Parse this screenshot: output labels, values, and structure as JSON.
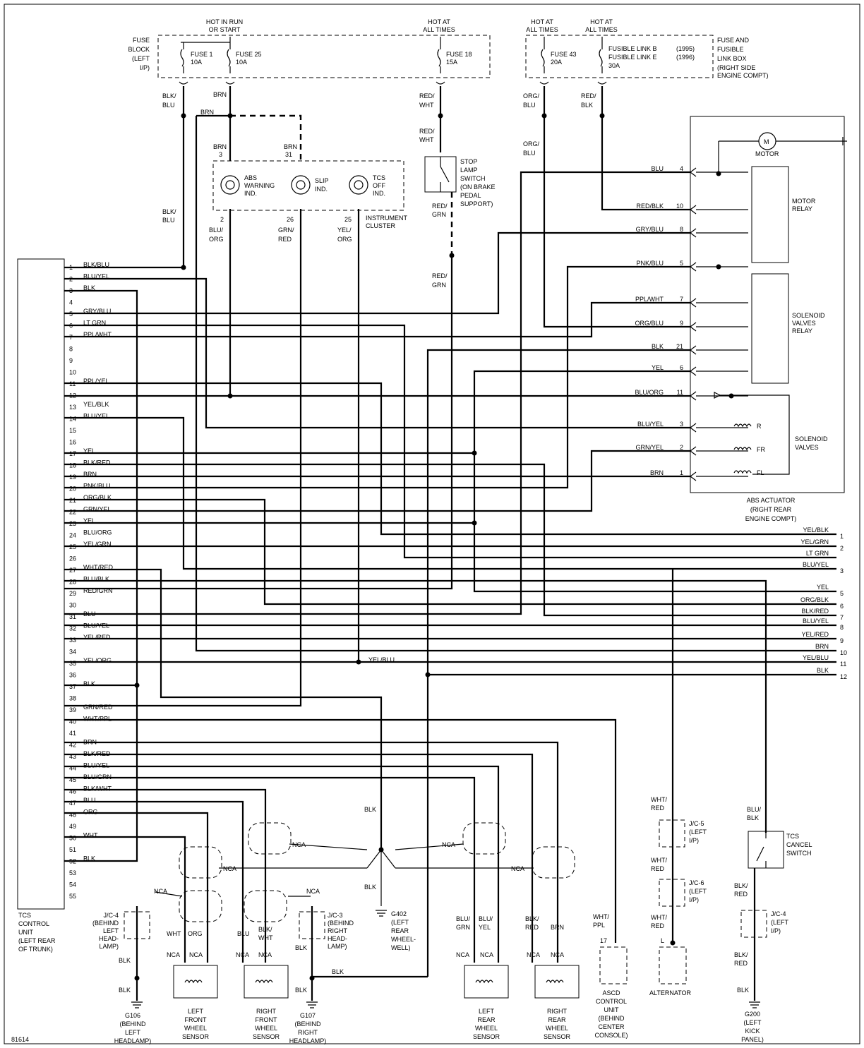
{
  "diagram_id": "81614",
  "power": {
    "hot_in_run": [
      "HOT IN RUN",
      "OR START"
    ],
    "hot_all_1": [
      "HOT AT",
      "ALL TIMES"
    ],
    "hot_all_2": [
      "HOT AT",
      "ALL TIMES"
    ],
    "hot_all_3": [
      "HOT AT",
      "ALL TIMES"
    ]
  },
  "fuse_block": {
    "label": [
      "FUSE",
      "BLOCK",
      "(LEFT",
      "I/P)"
    ],
    "f1": [
      "FUSE 1",
      "10A"
    ],
    "f25": [
      "FUSE 25",
      "10A"
    ],
    "f18": [
      "FUSE 18",
      "15A"
    ]
  },
  "fuse_box": {
    "label": [
      "FUSE AND",
      "FUSIBLE",
      "LINK BOX",
      "(RIGHT SIDE",
      "ENGINE COMPT)"
    ],
    "f43": [
      "FUSE 43",
      "20A"
    ],
    "fl": [
      "FUSIBLE LINK B",
      "FUSIBLE LINK E",
      "30A"
    ],
    "years": [
      "(1995)",
      "(1996)"
    ]
  },
  "wire_labels": {
    "blk_blu_top": [
      "BLK/",
      "BLU"
    ],
    "brn_top": "BRN",
    "brn_h": "BRN",
    "red_wht_top": [
      "RED/",
      "WHT"
    ],
    "red_wht_2": [
      "RED/",
      "WHT"
    ],
    "org_blu_top": [
      "ORG/",
      "BLU"
    ],
    "org_blu_2": [
      "ORG/",
      "BLU"
    ],
    "red_blk_top": [
      "RED/",
      "BLK"
    ],
    "brn_3": [
      "BRN",
      "3"
    ],
    "brn_31": [
      "BRN",
      "31"
    ],
    "blk_blu_mid": [
      "BLK/",
      "BLU"
    ],
    "blu_org": [
      "BLU/",
      "ORG"
    ],
    "grn_red": [
      "GRN/",
      "RED"
    ],
    "yel_org": [
      "YEL/",
      "ORG"
    ],
    "red_grn_1": [
      "RED/",
      "GRN"
    ],
    "red_grn_2": [
      "RED/",
      "GRN"
    ],
    "yel_blu": "YEL/BLU"
  },
  "cluster": {
    "abs": [
      "ABS",
      "WARNING",
      "IND."
    ],
    "slip": [
      "SLIP",
      "IND."
    ],
    "tcs": [
      "TCS",
      "OFF",
      "IND."
    ],
    "pins": [
      "2",
      "26",
      "25"
    ],
    "label": [
      "INSTRUMENT",
      "CLUSTER"
    ]
  },
  "stop_switch": [
    "STOP",
    "LAMP",
    "SWITCH",
    "(ON BRAKE",
    "PEDAL",
    "SUPPORT)"
  ],
  "actuator": {
    "motor": "MOTOR",
    "m": "M",
    "motor_relay": [
      "MOTOR",
      "RELAY"
    ],
    "sv_relay": [
      "SOLENOID",
      "VALVES",
      "RELAY"
    ],
    "sv": [
      "SOLENOID",
      "VALVES"
    ],
    "r": "R",
    "fr": "FR",
    "fl": "FL",
    "label": [
      "ABS ACTUATOR",
      "(RIGHT REAR",
      "ENGINE COMPT)"
    ],
    "pins": [
      {
        "wire": "BLU",
        "pin": "4"
      },
      {
        "wire": "RED/BLK",
        "pin": "10"
      },
      {
        "wire": "GRY/BLU",
        "pin": "8"
      },
      {
        "wire": "PNK/BLU",
        "pin": "5"
      },
      {
        "wire": "PPL/WHT",
        "pin": "7"
      },
      {
        "wire": "ORG/BLU",
        "pin": "9"
      },
      {
        "wire": "BLK",
        "pin": "21"
      },
      {
        "wire": "YEL",
        "pin": "6"
      },
      {
        "wire": "BLU/ORG",
        "pin": "11"
      },
      {
        "wire": "BLU/YEL",
        "pin": "3"
      },
      {
        "wire": "GRN/YEL",
        "pin": "2"
      },
      {
        "wire": "BRN",
        "pin": "1"
      }
    ]
  },
  "tcs_unit": {
    "label": [
      "TCS",
      "CONTROL",
      "UNIT",
      "(LEFT REAR",
      "OF TRUNK)"
    ],
    "pins": [
      {
        "n": "1",
        "w": "BLK/BLU"
      },
      {
        "n": "2",
        "w": "BLU/YEL"
      },
      {
        "n": "3",
        "w": "BLK"
      },
      {
        "n": "4",
        "w": ""
      },
      {
        "n": "5",
        "w": "GRY/BLU"
      },
      {
        "n": "6",
        "w": "LT GRN"
      },
      {
        "n": "7",
        "w": "PPL/WHT"
      },
      {
        "n": "8",
        "w": ""
      },
      {
        "n": "9",
        "w": ""
      },
      {
        "n": "10",
        "w": ""
      },
      {
        "n": "11",
        "w": "PPL/YEL"
      },
      {
        "n": "12",
        "w": ""
      },
      {
        "n": "13",
        "w": "YEL/BLK"
      },
      {
        "n": "14",
        "w": "BLU/YEL"
      },
      {
        "n": "15",
        "w": ""
      },
      {
        "n": "16",
        "w": ""
      },
      {
        "n": "17",
        "w": "YEL"
      },
      {
        "n": "18",
        "w": "BLK/RED"
      },
      {
        "n": "19",
        "w": "BRN"
      },
      {
        "n": "20",
        "w": "PNK/BLU"
      },
      {
        "n": "21",
        "w": "ORG/BLK"
      },
      {
        "n": "22",
        "w": "GRN/YEL"
      },
      {
        "n": "23",
        "w": "YEL"
      },
      {
        "n": "24",
        "w": "BLU/ORG"
      },
      {
        "n": "25",
        "w": "YEL/GRN"
      },
      {
        "n": "26",
        "w": ""
      },
      {
        "n": "27",
        "w": "WHT/RED"
      },
      {
        "n": "28",
        "w": "BLU/BLK"
      },
      {
        "n": "29",
        "w": "RED/GRN"
      },
      {
        "n": "30",
        "w": ""
      },
      {
        "n": "31",
        "w": "BLU"
      },
      {
        "n": "32",
        "w": "BLU/YEL"
      },
      {
        "n": "33",
        "w": "YEL/RED"
      },
      {
        "n": "34",
        "w": ""
      },
      {
        "n": "35",
        "w": "YEL/ORG"
      },
      {
        "n": "36",
        "w": ""
      },
      {
        "n": "37",
        "w": "BLK"
      },
      {
        "n": "38",
        "w": ""
      },
      {
        "n": "39",
        "w": "GRN/RED"
      },
      {
        "n": "40",
        "w": "WHT/PPL"
      },
      {
        "n": "41",
        "w": ""
      },
      {
        "n": "42",
        "w": "BRN"
      },
      {
        "n": "43",
        "w": "BLK/RED"
      },
      {
        "n": "44",
        "w": "BLU/YEL"
      },
      {
        "n": "45",
        "w": "BLU/GRN"
      },
      {
        "n": "46",
        "w": "BLK/WHT"
      },
      {
        "n": "47",
        "w": "BLU"
      },
      {
        "n": "48",
        "w": "ORG"
      },
      {
        "n": "49",
        "w": ""
      },
      {
        "n": "50",
        "w": "WHT"
      },
      {
        "n": "51",
        "w": ""
      },
      {
        "n": "52",
        "w": "BLK"
      },
      {
        "n": "53",
        "w": ""
      },
      {
        "n": "54",
        "w": ""
      },
      {
        "n": "55",
        "w": ""
      }
    ]
  },
  "right_connector": [
    {
      "n": "1",
      "w": "YEL/BLK"
    },
    {
      "n": "2",
      "w": "YEL/GRN"
    },
    {
      "n": "",
      "w": "LT GRN"
    },
    {
      "n": "3",
      "w": "BLU/YEL"
    },
    {
      "n": "",
      "w": ""
    },
    {
      "n": "5",
      "w": "YEL"
    },
    {
      "n": "6",
      "w": "ORG/BLK"
    },
    {
      "n": "7",
      "w": "BLK/RED"
    },
    {
      "n": "8",
      "w": "BLU/YEL"
    },
    {
      "n": "9",
      "w": "YEL/RED"
    },
    {
      "n": "10",
      "w": "BRN"
    },
    {
      "n": "11",
      "w": "YEL/BLU"
    },
    {
      "n": "12",
      "w": "BLK"
    }
  ],
  "bottom": {
    "nca": "NCA",
    "blk": "BLK",
    "jc4_left": [
      "J/C-4",
      "(BEHIND",
      "LEFT",
      "HEAD-",
      "LAMP)"
    ],
    "jc3": [
      "J/C-3",
      "(BEHIND",
      "RIGHT",
      "HEAD-",
      "LAMP)"
    ],
    "g106": [
      "G106",
      "(BEHIND",
      "LEFT",
      "HEADLAMP)"
    ],
    "g107": [
      "G107",
      "(BEHIND",
      "RIGHT",
      "HEADLAMP)"
    ],
    "g402": [
      "G402",
      "(LEFT",
      "REAR",
      "WHEEL-",
      "WELL)"
    ],
    "lf_sensor": [
      "LEFT",
      "FRONT",
      "WHEEL",
      "SENSOR"
    ],
    "rf_sensor": [
      "RIGHT",
      "FRONT",
      "WHEEL",
      "SENSOR"
    ],
    "lr_sensor": [
      "LEFT",
      "REAR",
      "WHEEL",
      "SENSOR"
    ],
    "rr_sensor": [
      "RIGHT",
      "REAR",
      "WHEEL",
      "SENSOR"
    ],
    "wht": "WHT",
    "org": "ORG",
    "blu": "BLU",
    "blk_wht": [
      "BLK/",
      "WHT"
    ],
    "blu_grn": [
      "BLU/",
      "GRN"
    ],
    "blu_yel": [
      "BLU/",
      "YEL"
    ],
    "blk_red": [
      "BLK/",
      "RED"
    ],
    "brn": "BRN",
    "wht_ppl": [
      "WHT/",
      "PPL"
    ],
    "ascd_pin": "17",
    "ascd": [
      "ASCD",
      "CONTROL",
      "UNIT",
      "(BEHIND",
      "CENTER",
      "CONSOLE)"
    ],
    "wht_red_1": [
      "WHT/",
      "RED"
    ],
    "wht_red_2": [
      "WHT/",
      "RED"
    ],
    "wht_red_3": [
      "WHT/",
      "RED"
    ],
    "jc5": [
      "J/C-5",
      "(LEFT",
      "I/P)"
    ],
    "jc6": [
      "J/C-6",
      "(LEFT",
      "I/P)"
    ],
    "alt_pin": "L",
    "alternator": "ALTERNATOR",
    "blu_blk": [
      "BLU/",
      "BLK"
    ],
    "tcs_cancel": [
      "TCS",
      "CANCEL",
      "SWITCH"
    ],
    "blk_red_1": [
      "BLK/",
      "RED"
    ],
    "blk_red_2": [
      "BLK/",
      "RED"
    ],
    "jc4_right": [
      "J/C-4",
      "(LEFT",
      "I/P)"
    ],
    "g200": [
      "G200",
      "(LEFT",
      "KICK",
      "PANEL)"
    ]
  }
}
